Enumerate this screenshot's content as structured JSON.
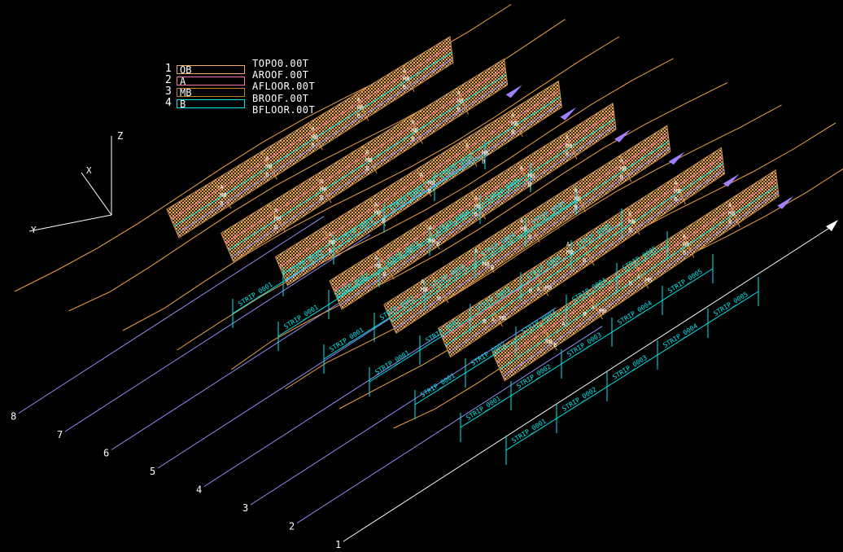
{
  "legend": [
    {
      "num": "1",
      "code": "OB",
      "color": "#f0a860"
    },
    {
      "num": "2",
      "code": "A",
      "color": "#ff6fa0"
    },
    {
      "num": "3",
      "code": "MB",
      "color": "#c08020"
    },
    {
      "num": "4",
      "code": "B",
      "color": "#00e8f0"
    }
  ],
  "files": [
    "TOPO0.00T",
    "AROOF.00T",
    "AFLOOR.00T",
    "BROOF.00T",
    "BFLOOR.00T"
  ],
  "axes": {
    "x": "X",
    "y": "Y",
    "z": "Z"
  },
  "line_numbers": [
    "1",
    "2",
    "3",
    "4",
    "5",
    "6",
    "7",
    "8"
  ],
  "strips": [
    "STRIP_0001",
    "STRIP_0002",
    "STRIP_0003",
    "STRIP_0004",
    "STRIP_0005"
  ],
  "colors": {
    "panel": "#b08a50",
    "hatch": "#f0b070",
    "dim": "#00e8f0",
    "line": "#9090ff",
    "contour": "#f0a040",
    "marker": "#a080ff",
    "axis": "#ffffff"
  }
}
